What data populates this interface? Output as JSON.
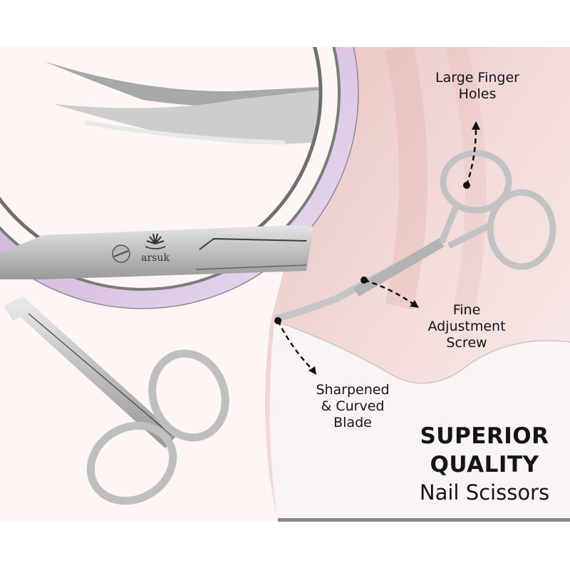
{
  "product": {
    "brand_mark": "arsuk",
    "type": "Nail Scissors"
  },
  "callouts": [
    {
      "id": "finger-holes",
      "lines": [
        "Large Finger",
        "Holes"
      ]
    },
    {
      "id": "adjustment-screw",
      "lines": [
        "Fine",
        "Adjustment",
        "Screw"
      ]
    },
    {
      "id": "curved-blade",
      "lines": [
        "Sharpened",
        "& Curved",
        "Blade"
      ]
    }
  ],
  "headline": {
    "line1": "SUPERIOR",
    "line2": "QUALITY",
    "line3": "Nail Scissors"
  },
  "colors": {
    "background": "#ffffff",
    "panel": "#fdf6f5",
    "skin": "#ecc9c8",
    "lavender_ring": "#d9c4e6",
    "steel": "#c9c9c9",
    "text": "#141414"
  }
}
